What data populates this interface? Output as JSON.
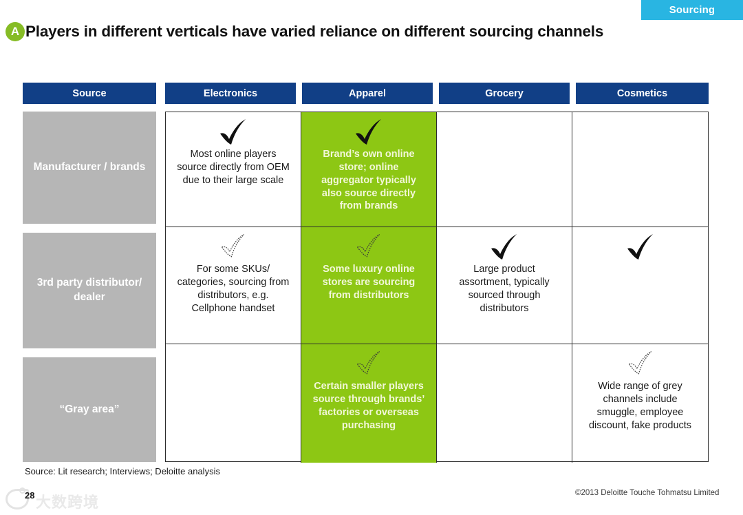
{
  "section_tab": {
    "label": "Sourcing"
  },
  "header": {
    "badge": "A",
    "title": "Players in different verticals have varied reliance on different sourcing channels"
  },
  "table": {
    "columns": [
      {
        "id": "source",
        "label": "Source"
      },
      {
        "id": "electronics",
        "label": "Electronics"
      },
      {
        "id": "apparel",
        "label": "Apparel"
      },
      {
        "id": "grocery",
        "label": "Grocery"
      },
      {
        "id": "cosmetics",
        "label": "Cosmetics"
      }
    ],
    "rows": [
      {
        "label": "Manufacturer / brands",
        "cells": [
          {
            "column": "electronics",
            "tick": "solid",
            "text": "Most online players source directly from OEM due to their large scale",
            "highlight": false
          },
          {
            "column": "apparel",
            "tick": "solid",
            "text": "Brand’s own online store; online aggregator typically also source directly from brands",
            "highlight": true
          },
          {
            "column": "grocery",
            "tick": "none",
            "text": "",
            "highlight": false
          },
          {
            "column": "cosmetics",
            "tick": "none",
            "text": "",
            "highlight": false
          }
        ]
      },
      {
        "label": "3rd party distributor/ dealer",
        "cells": [
          {
            "column": "electronics",
            "tick": "outline",
            "text": "For some SKUs/ categories, sourcing from distributors, e.g. Cellphone handset",
            "highlight": false
          },
          {
            "column": "apparel",
            "tick": "outline",
            "text": "Some luxury online stores are sourcing from distributors",
            "highlight": true
          },
          {
            "column": "grocery",
            "tick": "solid",
            "text": "Large product assortment, typically sourced through distributors",
            "highlight": false
          },
          {
            "column": "cosmetics",
            "tick": "solid",
            "text": "",
            "highlight": false
          }
        ]
      },
      {
        "label": "“Gray area”",
        "cells": [
          {
            "column": "electronics",
            "tick": "none",
            "text": "",
            "highlight": false
          },
          {
            "column": "apparel",
            "tick": "outline",
            "text": "Certain smaller players source through brands’ factories or overseas purchasing",
            "highlight": true
          },
          {
            "column": "grocery",
            "tick": "none",
            "text": "",
            "highlight": false
          },
          {
            "column": "cosmetics",
            "tick": "outline",
            "text": "Wide range of grey channels include smuggle, employee discount, fake products",
            "highlight": false
          }
        ]
      }
    ]
  },
  "footer": {
    "source": "Source: Lit research; Interviews; Deloitte analysis",
    "copyright": "©2013 Deloitte Touche Tohmatsu Limited",
    "page_number": "28",
    "watermark": "大数跨境"
  },
  "colors": {
    "tab_blue": "#29b5e2",
    "header_blue": "#113f86",
    "badge_green": "#86bc25",
    "highlight_green": "#8dc714",
    "label_gray": "#b6b6b6"
  }
}
